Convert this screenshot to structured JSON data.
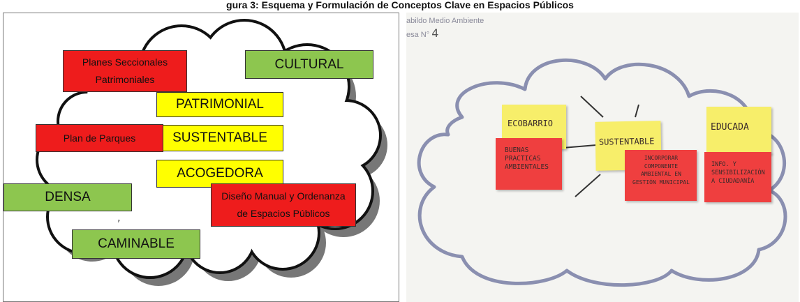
{
  "caption": "gura 3: Esquema y Formulación de Conceptos Clave en Espacios Públicos",
  "left_diagram": {
    "cultural": "CULTURAL",
    "patrimonial": "PATRIMONIAL",
    "sustentable": "SUSTENTABLE",
    "acogedora": "ACOGEDORA",
    "densa": "DENSA",
    "caminable": "CAMINABLE",
    "planes_seccionales": "Planes Seccionales Patrimoniales",
    "plan_parques": "Plan de Parques",
    "diseno_manual": "Diseño Manual y Ordenanza de Espacios Públicos"
  },
  "photo": {
    "header_line1": "abildo Medio Ambiente",
    "header_line2": "esa N°",
    "mesa_number": "4",
    "notes": {
      "ecobarrio": "ECOBARRIO",
      "sustentable": "SUSTENTABLE",
      "educada": "EDUCADA",
      "buenas_practicas": [
        "BUENAS",
        "PRACTICAS",
        "AMBIENTALES"
      ],
      "incorporar": [
        "INCORPORAR",
        "COMPONENTE",
        "AMBIENTAL EN",
        "GESTIÓN MUNICIPAL"
      ],
      "info": [
        "INFO. Y",
        "SENSIBILIZACIÓN",
        "A CIUDADANÍA"
      ]
    }
  },
  "colors": {
    "green": "#8dc64f",
    "yellow": "#ffff00",
    "red": "#ee1c1c",
    "note_yellow": "#f7ee6a",
    "note_red": "#ef3f3f",
    "cloud_outline_photo": "#8a8fb0"
  }
}
